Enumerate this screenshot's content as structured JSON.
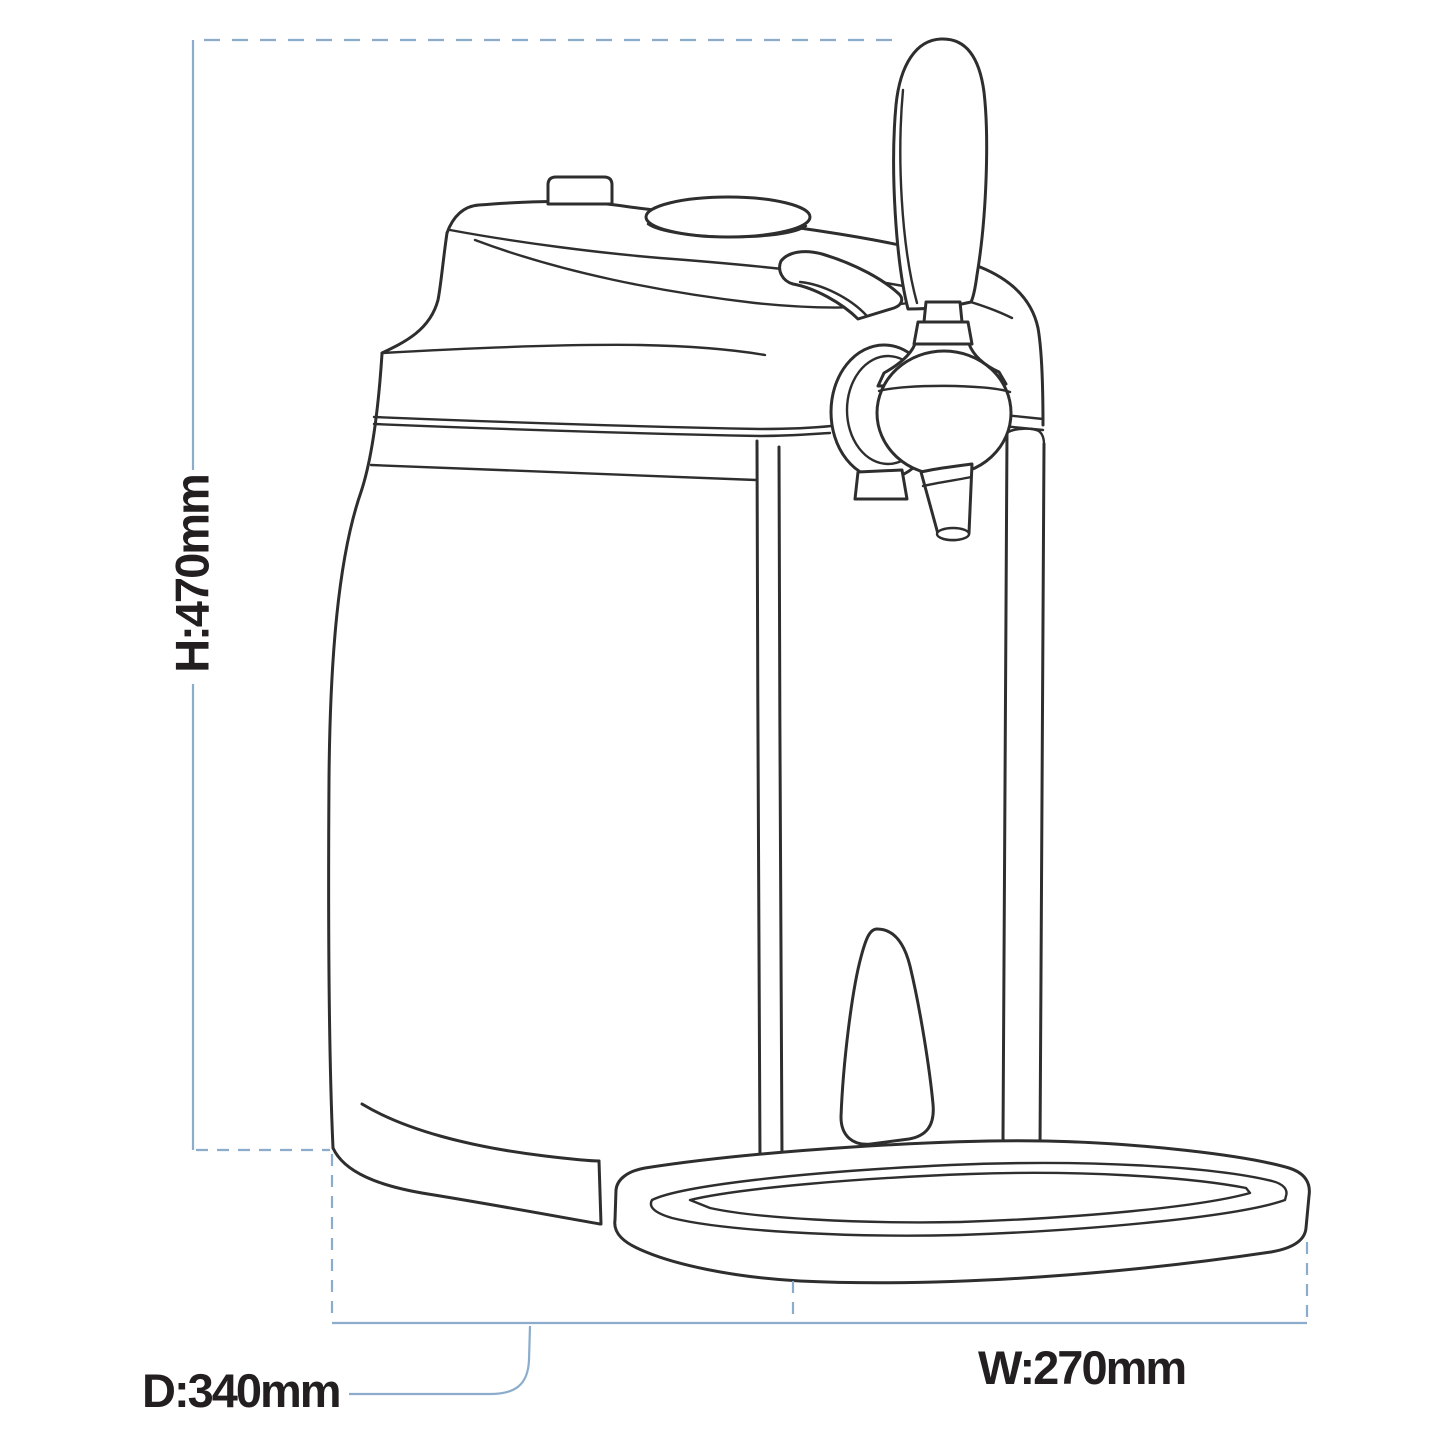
{
  "figure": {
    "type": "product dimension line drawing",
    "dimensions": {
      "height": {
        "label": "H:470mm",
        "value_mm": 470
      },
      "depth": {
        "label": "D:340mm",
        "value_mm": 340
      },
      "width": {
        "label": "W:270mm",
        "value_mm": 270
      }
    },
    "colors": {
      "dimension_line": "#8badcb",
      "artwork_line": "#2e2e2e",
      "label_text": "#231f20",
      "background": "#ffffff"
    }
  }
}
